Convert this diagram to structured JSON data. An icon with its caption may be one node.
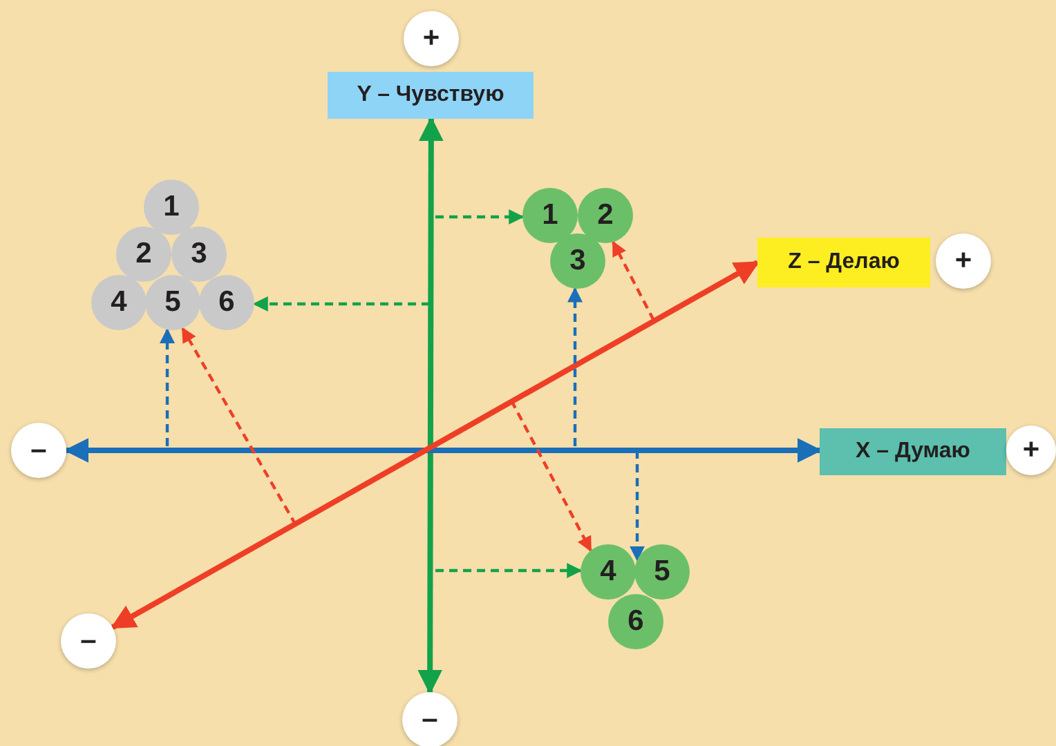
{
  "diagram": {
    "nodes": [
      {
        "text": [
          "+"
        ]
      },
      {
        "text": [
          "Y – Чувствую"
        ]
      },
      {
        "text": [
          "1"
        ]
      },
      {
        "text": [
          "2"
        ]
      },
      {
        "text": [
          "3"
        ]
      },
      {
        "text": [
          "4"
        ]
      },
      {
        "text": [
          "5"
        ]
      },
      {
        "text": [
          "6"
        ]
      },
      {
        "text": [
          "1"
        ]
      },
      {
        "text": [
          "2"
        ]
      },
      {
        "text": [
          "3"
        ]
      },
      {
        "text": [
          "Z – Делаю"
        ]
      },
      {
        "text": [
          "+"
        ]
      },
      {
        "text": [
          "–"
        ]
      },
      {
        "text": [
          "X – Думаю"
        ]
      },
      {
        "text": [
          "+"
        ]
      },
      {
        "text": [
          "4"
        ]
      },
      {
        "text": [
          "5"
        ]
      },
      {
        "text": [
          "6"
        ]
      },
      {
        "text": [
          "–"
        ]
      },
      {
        "text": [
          "–"
        ]
      }
    ],
    "edges": [
      {
        "from": 20,
        "to": 1,
        "arrow": "both",
        "style": "thick",
        "color": "#12a24a"
      },
      {
        "from": 13,
        "to": 14,
        "arrow": "both",
        "style": "thick",
        "color": "#1a6fb8"
      },
      {
        "from": 19,
        "to": 11,
        "arrow": "both",
        "style": "thick",
        "color": "#ee3f26"
      },
      {
        "from": null,
        "to": 7,
        "arrow": "to",
        "style": "dashed",
        "color": "#12a24a"
      },
      {
        "from": null,
        "to": 8,
        "arrow": "to",
        "style": "dashed",
        "color": "#12a24a"
      },
      {
        "from": null,
        "to": 16,
        "arrow": "to",
        "style": "dashed",
        "color": "#12a24a"
      },
      {
        "from": null,
        "to": 6,
        "arrow": "to",
        "style": "dashed",
        "color": "#1a6fb8"
      },
      {
        "from": null,
        "to": 10,
        "arrow": "to",
        "style": "dashed",
        "color": "#1a6fb8"
      },
      {
        "from": null,
        "to": 17,
        "arrow": "to",
        "style": "dashed",
        "color": "#1a6fb8"
      },
      {
        "from": null,
        "to": 6,
        "arrow": "to",
        "style": "dashed",
        "color": "#ee3f26"
      },
      {
        "from": null,
        "to": 9,
        "arrow": "to",
        "style": "dashed",
        "color": "#ee3f26"
      },
      {
        "from": null,
        "to": 16,
        "arrow": "to",
        "style": "dashed",
        "color": "#ee3f26"
      }
    ]
  }
}
